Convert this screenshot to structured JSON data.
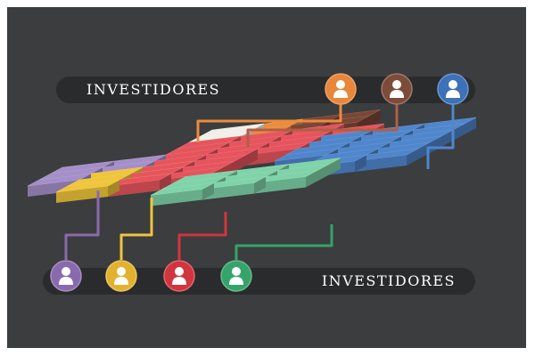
{
  "labels": {
    "top": "INVESTIDORES",
    "bottom": "INVESTIDORES"
  },
  "icons": {
    "top": [
      {
        "name": "investor-orange",
        "color": "#e8863a",
        "icon": "user-icon"
      },
      {
        "name": "investor-brown",
        "color": "#7d4b3a",
        "icon": "user-icon"
      },
      {
        "name": "investor-blue",
        "color": "#3d71b8",
        "icon": "user-icon"
      }
    ],
    "bottom": [
      {
        "name": "investor-purple",
        "color": "#8a6aae",
        "icon": "user-icon"
      },
      {
        "name": "investor-yellow",
        "color": "#e2b22f",
        "icon": "user-icon"
      },
      {
        "name": "investor-red",
        "color": "#d2353f",
        "icon": "user-icon"
      },
      {
        "name": "investor-green",
        "color": "#35a36a",
        "icon": "user-icon"
      }
    ]
  },
  "segments": [
    {
      "name": "white",
      "color": "#f1efe9"
    },
    {
      "name": "orange",
      "color": "#ec8b3c"
    },
    {
      "name": "brown",
      "color": "#7a4636"
    },
    {
      "name": "purple",
      "color": "#a58fc8"
    },
    {
      "name": "yellow",
      "color": "#efc53b"
    },
    {
      "name": "red",
      "color": "#e6545d"
    },
    {
      "name": "blue",
      "color": "#4f86cc"
    },
    {
      "name": "green",
      "color": "#7fd3a8"
    }
  ]
}
